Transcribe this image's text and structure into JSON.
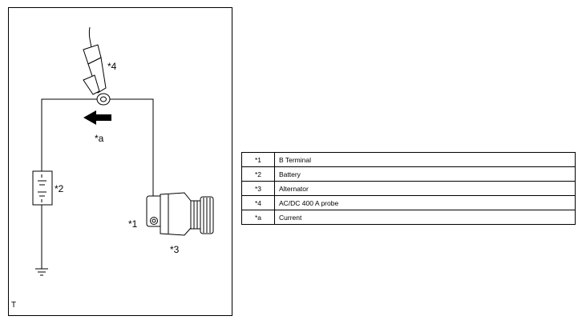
{
  "diagram": {
    "callouts": {
      "probe": "*4",
      "current": "*a",
      "battery": "*2",
      "terminal": "*1",
      "alternator": "*3"
    },
    "frame_code": "T"
  },
  "legend": {
    "rows": [
      {
        "key": "*1",
        "desc": "B Terminal"
      },
      {
        "key": "*2",
        "desc": "Battery"
      },
      {
        "key": "*3",
        "desc": "Alternator"
      },
      {
        "key": "*4",
        "desc": "AC/DC 400 A probe"
      },
      {
        "key": "*a",
        "desc": "Current"
      }
    ]
  }
}
